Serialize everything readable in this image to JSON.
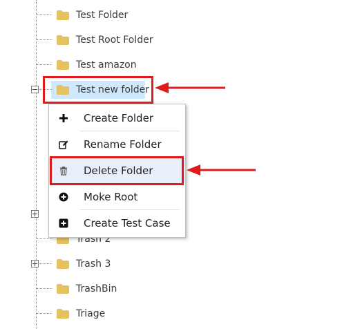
{
  "tree": {
    "items": [
      {
        "label": "Test Folder"
      },
      {
        "label": "Test Root Folder"
      },
      {
        "label": "Test amazon"
      },
      {
        "label": "Test new folder"
      },
      {
        "label": "Trash 2"
      },
      {
        "label": "Trash 3"
      },
      {
        "label": "TrashBin"
      },
      {
        "label": "Triage"
      }
    ]
  },
  "context_menu": {
    "items": [
      {
        "label": "Create Folder",
        "icon": "plus-icon"
      },
      {
        "label": "Rename Folder",
        "icon": "edit-icon"
      },
      {
        "label": "Delete Folder",
        "icon": "trash-icon"
      },
      {
        "label": "Moke Root",
        "icon": "circle-plus-icon"
      },
      {
        "label": "Create Test Case",
        "icon": "square-plus-icon"
      }
    ]
  },
  "colors": {
    "folder": "#e5c25f",
    "annotation": "#e0191b",
    "selection": "#cfe8fc",
    "menu_hover": "#e9effa"
  }
}
